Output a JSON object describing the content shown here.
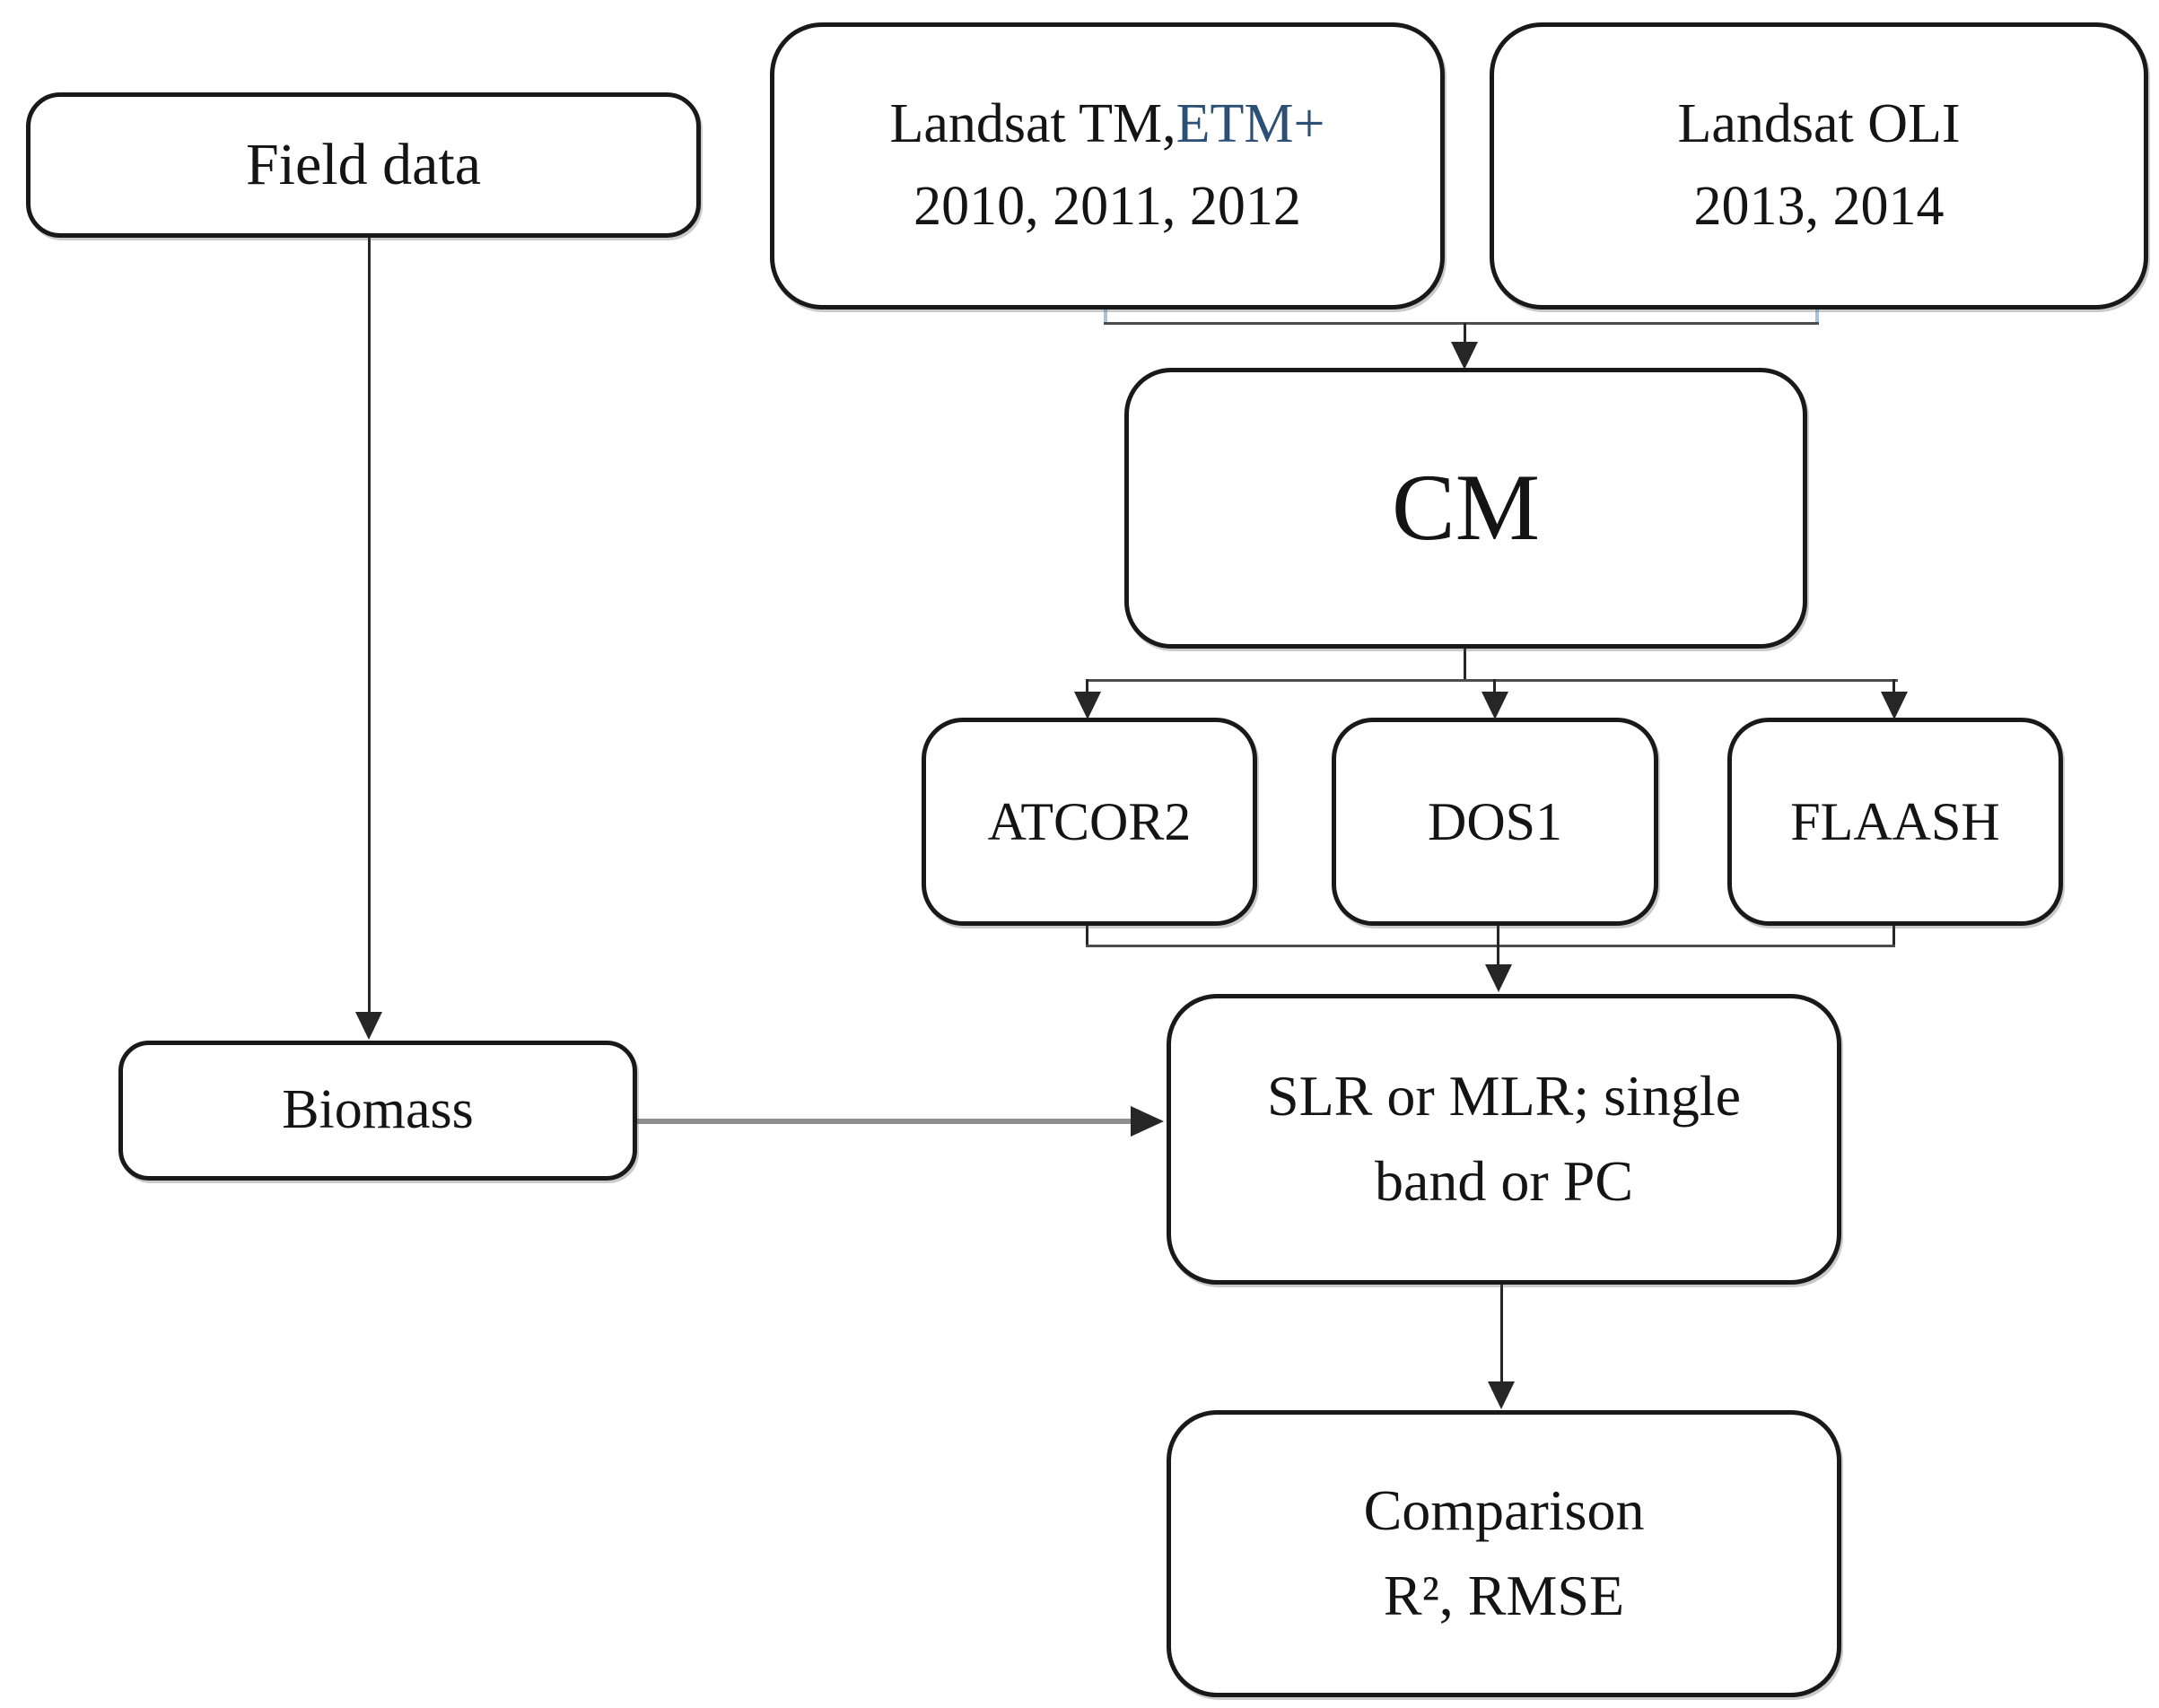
{
  "figure": {
    "type": "flowchart",
    "description": "Workflow for biomass estimation from Landsat imagery with three atmospheric correction methods and regression comparison",
    "background": "#ffffff"
  },
  "colors": {
    "box_border": "#191919",
    "text": "#141414",
    "etm_highlight": "#2c4f75",
    "connector": "#262626",
    "bracket_line": "#4d4d4d",
    "bracket_stub_blue": "#a6c4de",
    "biomass_link_gray": "#8f8f8f",
    "bg": "#ffffff"
  },
  "nodes": {
    "field_data": {
      "label": "Field data"
    },
    "landsat_tm_etm": {
      "line1_part1": "Landsat TM,",
      "line1_part2": "ETM+",
      "line2": "2010, 2011, 2012"
    },
    "landsat_oli": {
      "line1": "Landsat OLI",
      "line2": "2013, 2014"
    },
    "cm": {
      "label": "CM"
    },
    "atcor2": {
      "label": "ATCOR2"
    },
    "dos1": {
      "label": "DOS1"
    },
    "flaash": {
      "label": "FLAASH"
    },
    "biomass": {
      "label": "Biomass"
    },
    "regression": {
      "line1": "SLR or MLR; single",
      "line2": "band or PC"
    },
    "comparison": {
      "line1": "Comparison",
      "line2": "R², RMSE"
    }
  },
  "edges": [
    {
      "from": "Field data",
      "to": "Biomass"
    },
    {
      "from": "Landsat TM,ETM+ 2010, 2011, 2012",
      "to": "CM"
    },
    {
      "from": "Landsat OLI 2013, 2014",
      "to": "CM"
    },
    {
      "from": "CM",
      "to": "ATCOR2"
    },
    {
      "from": "CM",
      "to": "DOS1"
    },
    {
      "from": "CM",
      "to": "FLAASH"
    },
    {
      "from": "ATCOR2",
      "to": "SLR or MLR; single band or PC"
    },
    {
      "from": "DOS1",
      "to": "SLR or MLR; single band or PC"
    },
    {
      "from": "FLAASH",
      "to": "SLR or MLR; single band or PC"
    },
    {
      "from": "Biomass",
      "to": "SLR or MLR; single band or PC"
    },
    {
      "from": "SLR or MLR; single band or PC",
      "to": "Comparison R², RMSE"
    }
  ]
}
